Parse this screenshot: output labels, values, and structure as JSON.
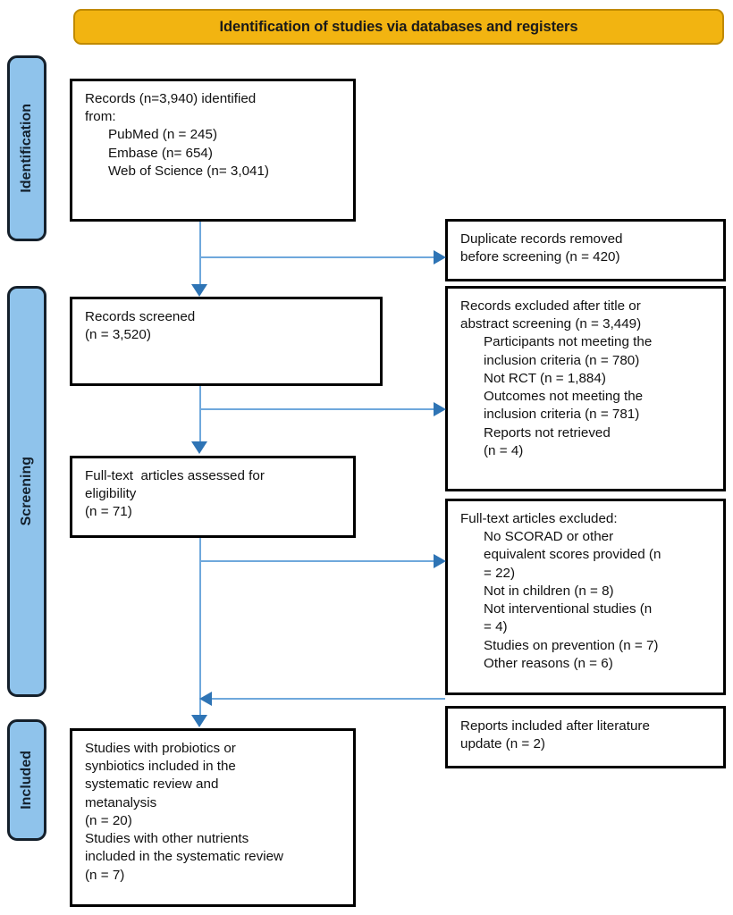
{
  "diagram": {
    "type": "prisma-flow-diagram",
    "banner": {
      "title": "Identification of studies via databases and registers",
      "color": "#F2B411"
    },
    "stages": [
      {
        "id": "identification",
        "label": "Identification",
        "color": "#8FC3EB"
      },
      {
        "id": "screening",
        "label": "Screening",
        "color": "#8FC3EB"
      },
      {
        "id": "included",
        "label": "Included",
        "color": "#8FC3EB"
      }
    ],
    "colors": {
      "banner_fill": "#F2B411",
      "stage_fill": "#8FC3EB",
      "box_border": "#000000",
      "connector_line": "#6FA8DC",
      "arrow_head": "#2E74B5"
    },
    "boxes": {
      "records_identified": {
        "lines": [
          {
            "text": "Records (n=3,940) identified",
            "indent": false
          },
          {
            "text": "from:",
            "indent": false
          },
          {
            "text": "PubMed (n = 245)",
            "indent": true
          },
          {
            "text": "Embase (n= 654)",
            "indent": true
          },
          {
            "text": "Web of Science (n= 3,041)",
            "indent": true
          }
        ]
      },
      "duplicates_removed": {
        "lines": [
          {
            "text": "Duplicate records removed",
            "indent": false
          },
          {
            "text": "before screening (n = 420)",
            "indent": false
          }
        ]
      },
      "records_screened": {
        "lines": [
          {
            "text": "Records screened",
            "indent": false
          },
          {
            "text": "(n = 3,520)",
            "indent": false
          }
        ]
      },
      "records_excluded": {
        "lines": [
          {
            "text": "Records excluded after title or",
            "indent": false
          },
          {
            "text": "abstract screening (n = 3,449)",
            "indent": false
          },
          {
            "text": "Participants not meeting the",
            "indent": true
          },
          {
            "text": "inclusion criteria (n = 780)",
            "indent": true
          },
          {
            "text": "Not RCT (n = 1,884)",
            "indent": true
          },
          {
            "text": "Outcomes not meeting the",
            "indent": true
          },
          {
            "text": "inclusion criteria (n = 781)",
            "indent": true
          },
          {
            "text": "Reports not retrieved",
            "indent": true
          },
          {
            "text": "(n = 4)",
            "indent": true
          }
        ]
      },
      "fulltext_assessed": {
        "lines": [
          {
            "text": "Full-text  articles assessed for",
            "indent": false
          },
          {
            "text": "eligibility",
            "indent": false
          },
          {
            "text": "(n = 71)",
            "indent": false
          }
        ]
      },
      "fulltext_excluded": {
        "lines": [
          {
            "text": "Full-text articles excluded:",
            "indent": false
          },
          {
            "text": "No SCORAD or other",
            "indent": true
          },
          {
            "text": "equivalent scores provided (n",
            "indent": true
          },
          {
            "text": "= 22)",
            "indent": true
          },
          {
            "text": "Not in children (n = 8)",
            "indent": true
          },
          {
            "text": "Not interventional studies (n",
            "indent": true
          },
          {
            "text": "= 4)",
            "indent": true
          },
          {
            "text": "Studies on prevention (n = 7)",
            "indent": true
          },
          {
            "text": "Other reasons (n = 6)",
            "indent": true
          }
        ]
      },
      "reports_added": {
        "lines": [
          {
            "text": "Reports included after literature",
            "indent": false
          },
          {
            "text": "update (n = 2)",
            "indent": false
          }
        ]
      },
      "included_studies": {
        "lines": [
          {
            "text": "Studies with probiotics or",
            "indent": false
          },
          {
            "text": "synbiotics included in the",
            "indent": false
          },
          {
            "text": "systematic review and",
            "indent": false
          },
          {
            "text": "metanalysis",
            "indent": false
          },
          {
            "text": "(n = 20)",
            "indent": false
          },
          {
            "text": "Studies with other nutrients",
            "indent": false
          },
          {
            "text": "included in the systematic review",
            "indent": false
          },
          {
            "text": "(n = 7)",
            "indent": false
          }
        ]
      }
    }
  }
}
